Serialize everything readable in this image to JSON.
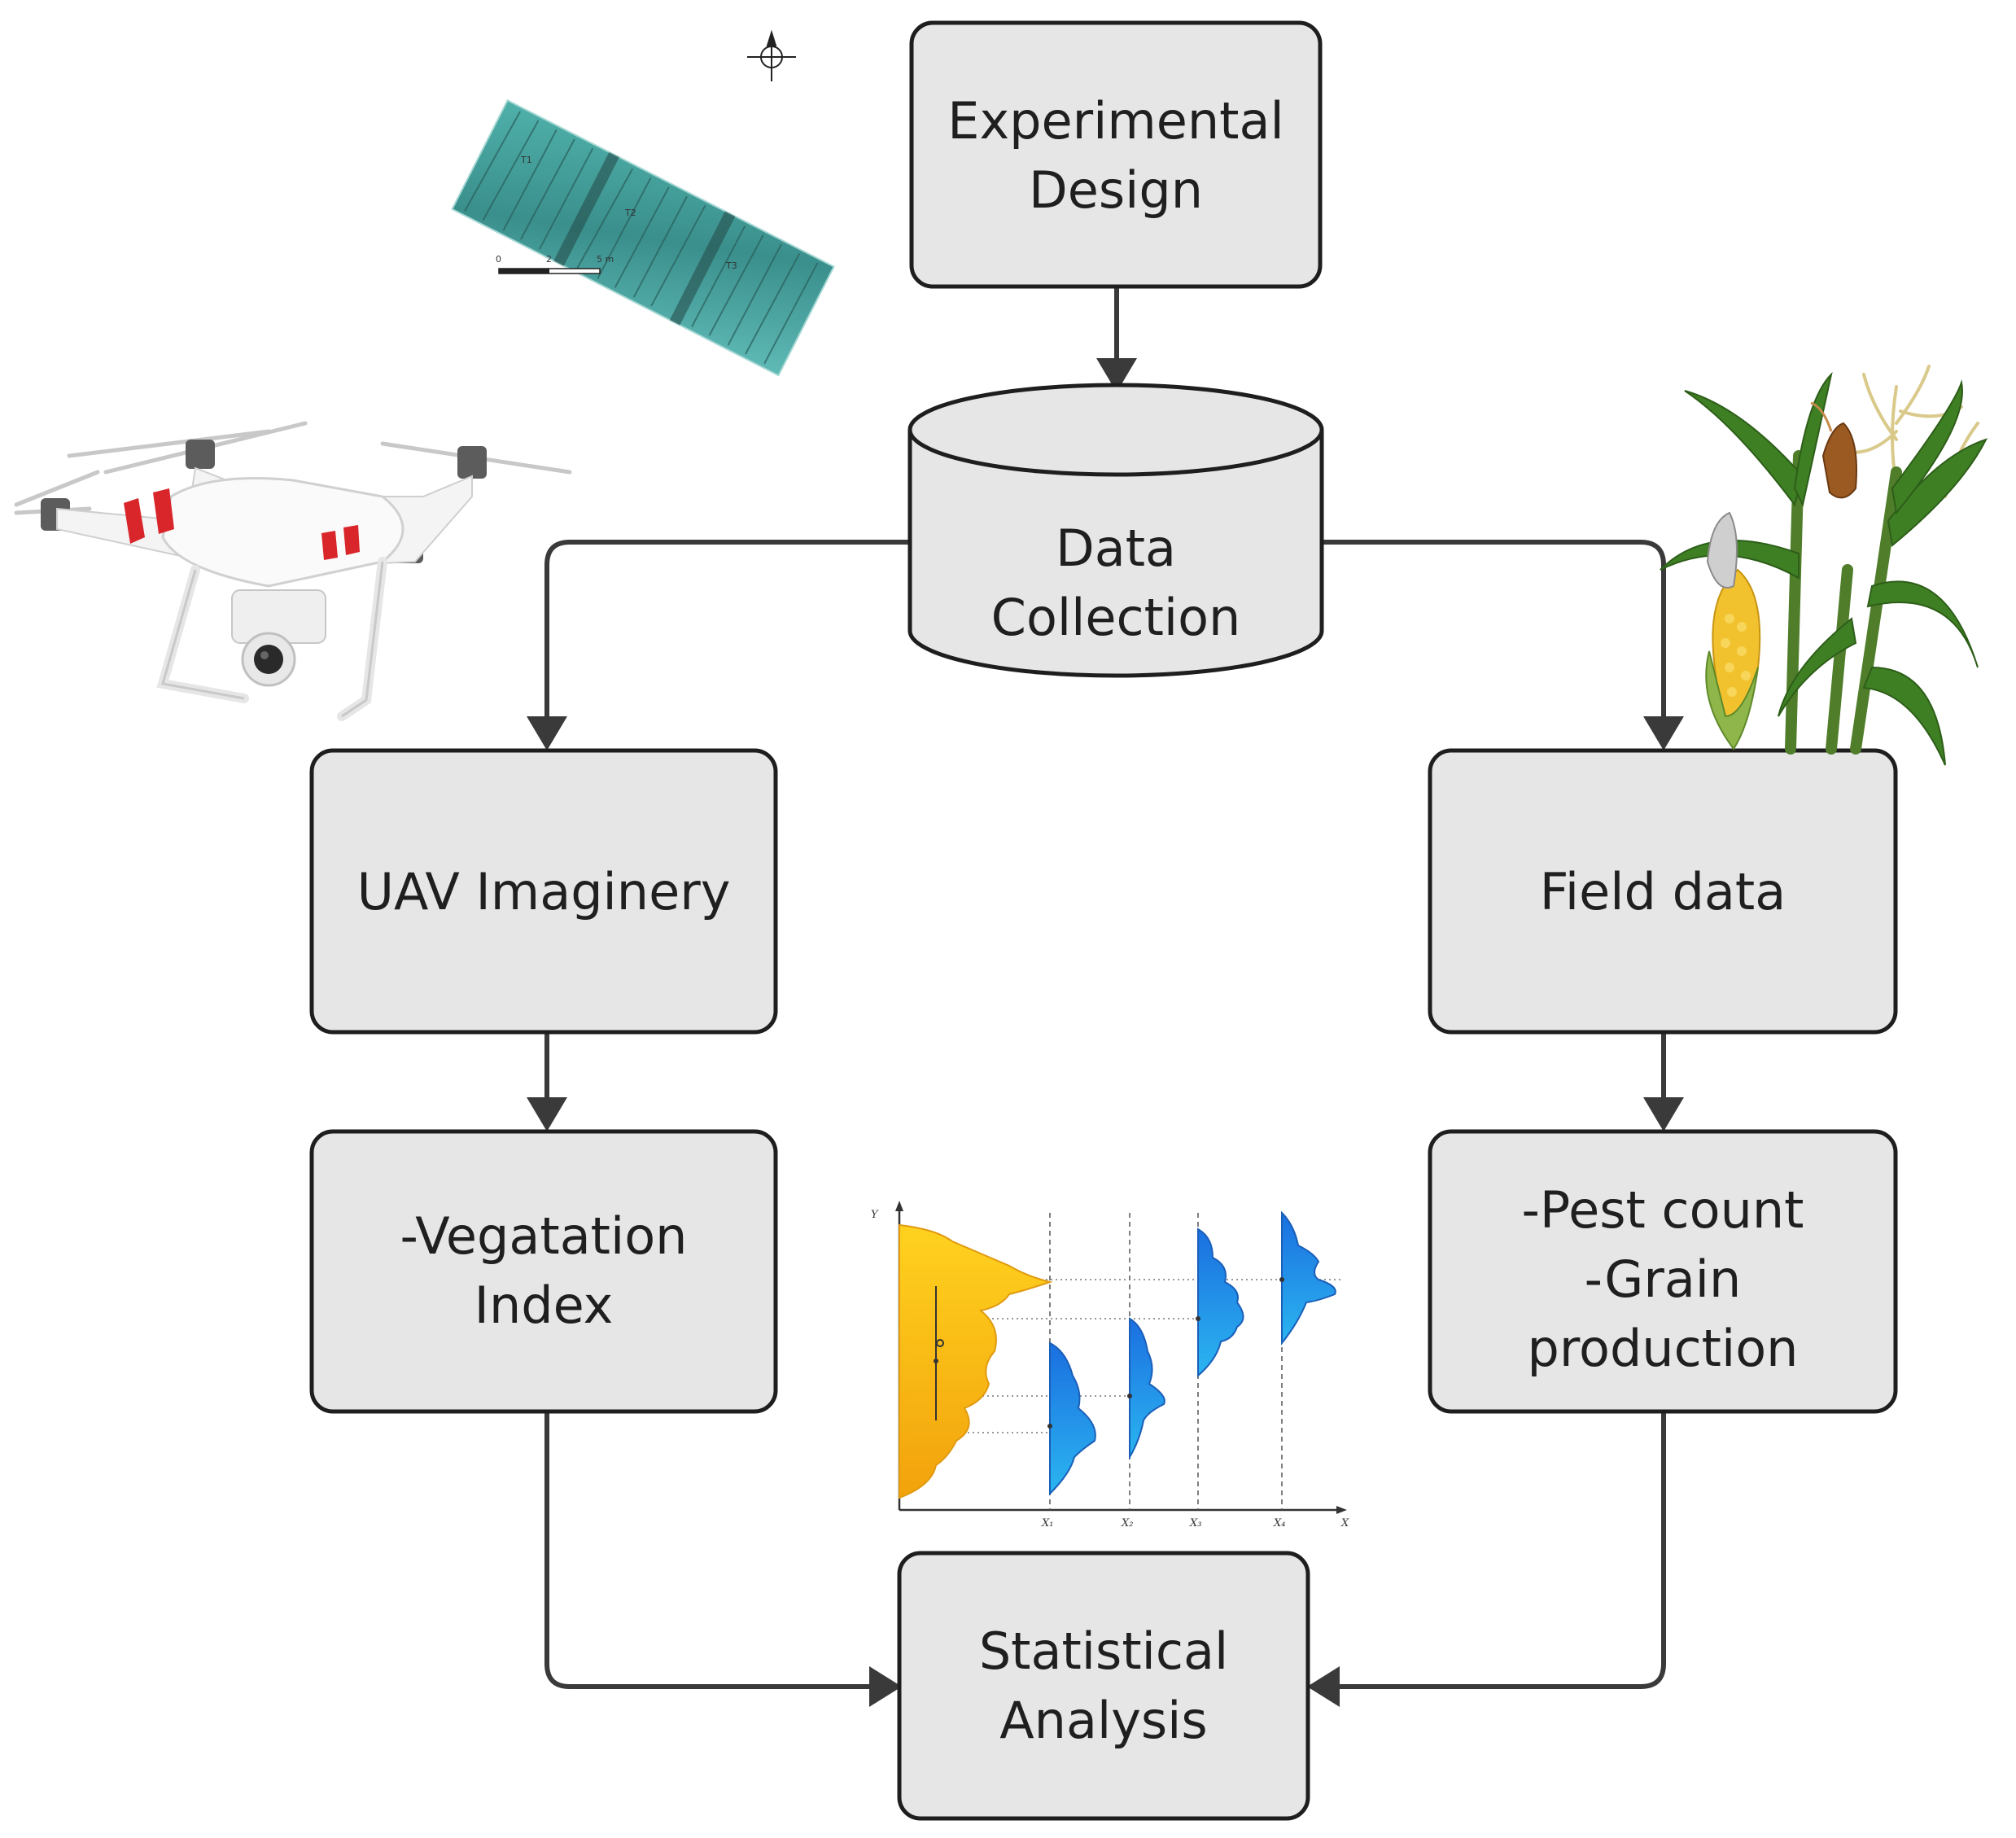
{
  "nodes": {
    "experimental_design": {
      "lines": [
        "Experimental",
        "Design"
      ]
    },
    "data_collection": {
      "lines": [
        "Data",
        "Collection"
      ]
    },
    "uav_imagery": {
      "lines": [
        "UAV Imaginery"
      ]
    },
    "field_data": {
      "lines": [
        "Field data"
      ]
    },
    "vegetation_index": {
      "lines": [
        "-Vegatation",
        "Index"
      ]
    },
    "pest_grain": {
      "lines": [
        "-Pest count",
        "-Grain",
        "production"
      ]
    },
    "statistical_analysis": {
      "lines": [
        "Statistical",
        "Analysis"
      ]
    }
  },
  "map_figure": {
    "plot_labels": [
      "T1",
      "T2",
      "T3"
    ],
    "scale_ticks": [
      "0",
      "2",
      "5 m"
    ]
  },
  "distribution_figure": {
    "y_axis_label": "Y",
    "x_axis_label": "X",
    "x_ticks": [
      "X₁",
      "X₂",
      "X₃",
      "X₄"
    ]
  },
  "colors": {
    "box_fill": "#e6e6e6",
    "box_stroke": "#1e1e1e",
    "arrow": "#3a3a3a",
    "yellow_dist": "#f6c21a",
    "blue_dist": "#1e90e6"
  },
  "icons": [
    "drone-icon",
    "corn-plant-icon",
    "field-map-icon",
    "compass-icon"
  ]
}
